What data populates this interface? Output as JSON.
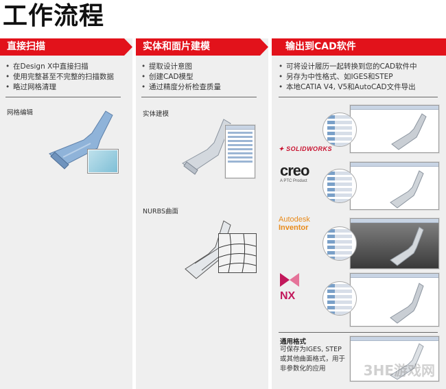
{
  "page_title": "工作流程",
  "columns": [
    {
      "header": "直接扫描",
      "bullets": [
        "在Design X中直接扫描",
        "使用完整甚至不完整的扫描数据",
        "略过网格清理"
      ],
      "captions": [
        "网格编辑"
      ]
    },
    {
      "header": "实体和面片建模",
      "bullets": [
        "提取设计意图",
        "创建CAD模型",
        "通过精度分析检查质量"
      ],
      "captions": [
        "实体建模",
        "NURBS曲面"
      ]
    },
    {
      "header": "输出到CAD软件",
      "bullets": [
        "可将设计履历一起转换到您的CAD软件中",
        "另存为中性格式、如IGES和STEP",
        "本地CATIA V4, V5和AutoCAD文件导出"
      ],
      "logos": {
        "solidworks": "SOLIDWORKS",
        "creo": "creo",
        "creo_sub": "A PTC Product",
        "autodesk_1": "Autodesk",
        "autodesk_2": "Inventor",
        "nx": "NX"
      },
      "common_title": "通用格式",
      "common_text": "可保存为IGES, STEP或其他曲面格式，用于非参数化的应用"
    }
  ],
  "watermark": "3HE游戏网",
  "colors": {
    "header_red": "#e2121b",
    "panel_gray": "#efefef",
    "part_blue": "#8fb3d9"
  }
}
